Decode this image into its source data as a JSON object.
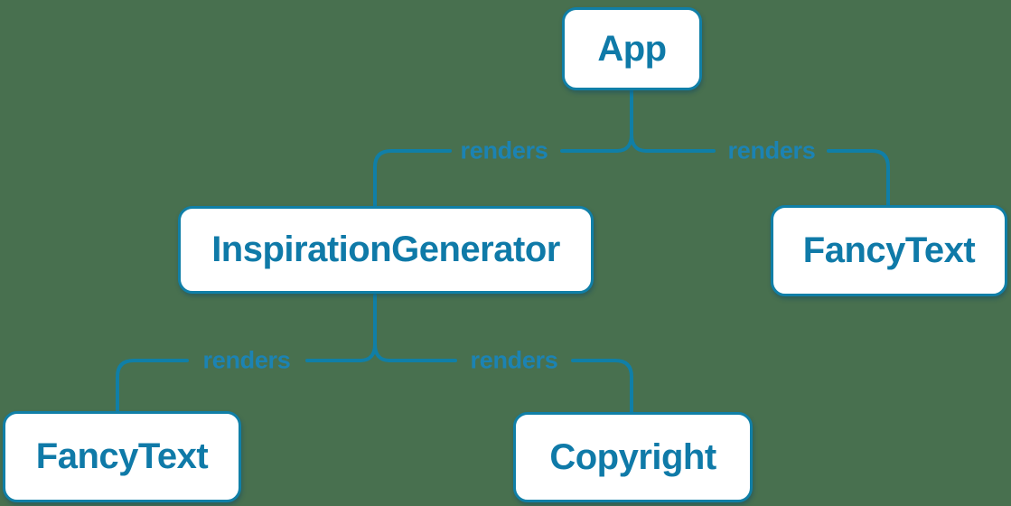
{
  "diagram": {
    "kind": "react-render-tree",
    "background_color": "#48704F",
    "colors": {
      "node_background": "#ffffff",
      "node_border": "#107fa7",
      "node_text": "#0f7aa8",
      "edge_line": "#107fa7",
      "edge_label_text": "#1c83b3"
    },
    "nodes": [
      {
        "id": "app",
        "label": "App"
      },
      {
        "id": "inspiration-generator",
        "label": "InspirationGenerator"
      },
      {
        "id": "fancy-text-right",
        "label": "FancyText"
      },
      {
        "id": "fancy-text-left",
        "label": "FancyText"
      },
      {
        "id": "copyright",
        "label": "Copyright"
      }
    ],
    "edges": [
      {
        "from": "App",
        "to": "InspirationGenerator",
        "label": "renders"
      },
      {
        "from": "App",
        "to": "FancyText",
        "label": "renders"
      },
      {
        "from": "InspirationGenerator",
        "to": "FancyText",
        "label": "renders"
      },
      {
        "from": "InspirationGenerator",
        "to": "Copyright",
        "label": "renders"
      }
    ]
  }
}
